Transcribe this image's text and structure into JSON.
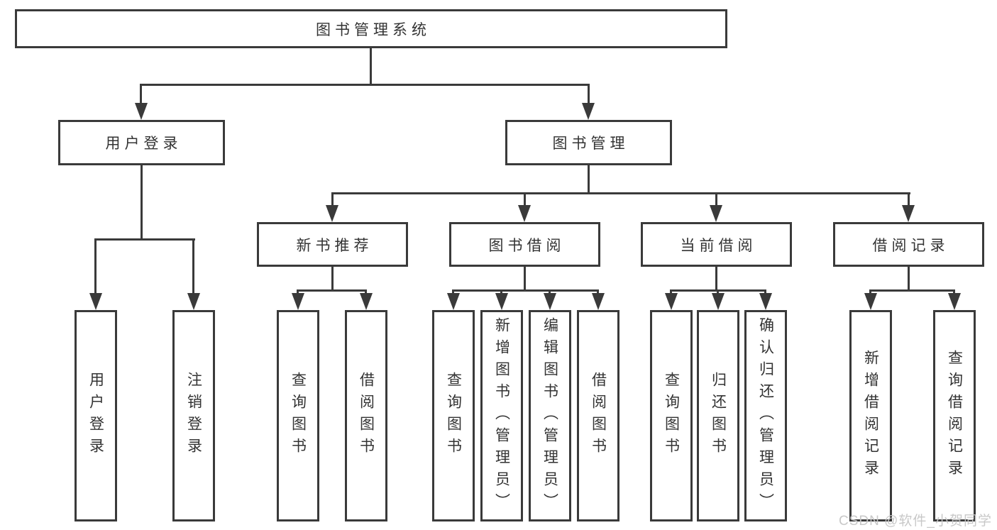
{
  "root": {
    "label": "图书管理系统"
  },
  "level2": [
    {
      "label": "用户登录"
    },
    {
      "label": "图书管理"
    }
  ],
  "level3": [
    {
      "label": "新书推荐"
    },
    {
      "label": "图书借阅"
    },
    {
      "label": "当前借阅"
    },
    {
      "label": "借阅记录"
    }
  ],
  "leaves": [
    {
      "label": "用户登录"
    },
    {
      "label": "注销登录"
    },
    {
      "label": "查询图书"
    },
    {
      "label": "借阅图书"
    },
    {
      "label": "查询图书"
    },
    {
      "label": "新增图书（管理员）"
    },
    {
      "label": "编辑图书（管理员）"
    },
    {
      "label": "借阅图书"
    },
    {
      "label": "查询图书"
    },
    {
      "label": "归还图书"
    },
    {
      "label": "确认归还（管理员）"
    },
    {
      "label": "新增借阅记录"
    },
    {
      "label": "查询借阅记录"
    }
  ],
  "watermark": {
    "text": "CSDN @软件_小贺同学"
  },
  "colors": {
    "line": "#3a3a3a",
    "text": "#333333",
    "watermark": "#c6c6c6",
    "background": "#ffffff"
  }
}
